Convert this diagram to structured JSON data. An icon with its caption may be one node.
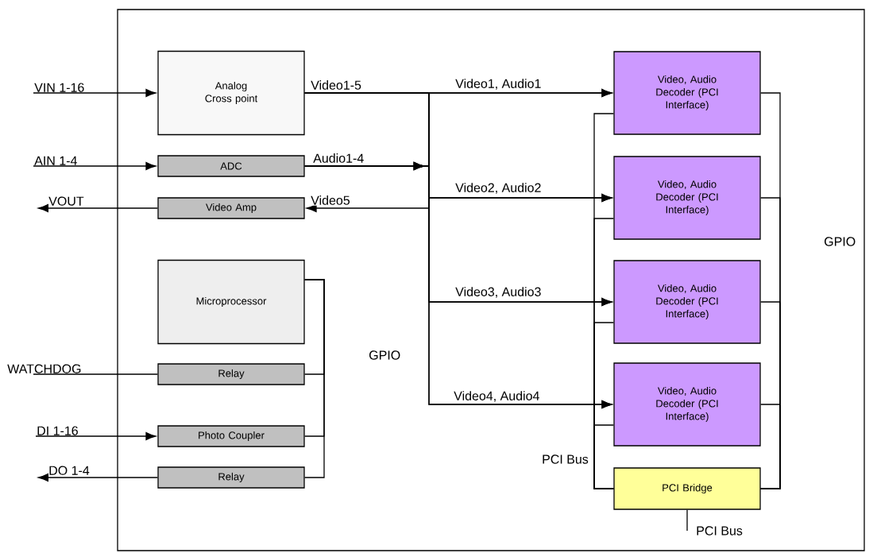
{
  "diagram": {
    "nodes": [
      {
        "text": [],
        "shape": "box"
      },
      {
        "text": [
          "Analog Cross point"
        ],
        "in": 0
      },
      {
        "text": [
          "ADC"
        ],
        "in": 0
      },
      {
        "text": [
          "Video Amp"
        ],
        "in": 0
      },
      {
        "text": [
          "Microprocessor"
        ],
        "in": 0
      },
      {
        "text": [
          "Relay"
        ],
        "in": 0
      },
      {
        "text": [
          "Photo Coupler"
        ],
        "in": 0
      },
      {
        "text": [
          "Relay"
        ],
        "in": 0
      },
      {
        "text": [
          "Video, Audio Decoder (PCI Interface)"
        ],
        "in": 0
      },
      {
        "text": [
          "Video, Audio Decoder (PCI Interface)"
        ],
        "in": 0
      },
      {
        "text": [
          "Video, Audio Decoder (PCI Interface)"
        ],
        "in": 0
      },
      {
        "text": [
          "Video, Audio Decoder (PCI Interface)"
        ],
        "in": 0
      },
      {
        "text": [
          "PCI Bridge"
        ],
        "in": 0
      },
      {
        "text": [
          "VIN 1-16"
        ]
      },
      {
        "text": [
          "AIN 1-4"
        ]
      },
      {
        "text": [
          "VOUT"
        ]
      },
      {
        "text": [
          "WATCHDOG"
        ]
      },
      {
        "text": [
          "DI 1-16"
        ]
      },
      {
        "text": [
          "DO 1-4"
        ]
      },
      {
        "text": [
          "PCI Bus"
        ],
        "in": 0
      }
    ],
    "edges": [
      {
        "from": 13,
        "to": 1,
        "arrow": "to"
      },
      {
        "from": 14,
        "to": 2,
        "arrow": "to"
      },
      {
        "from": 3,
        "to": 15,
        "arrow": "to"
      },
      {
        "from": 16,
        "to": 5,
        "arrow": "none"
      },
      {
        "from": 17,
        "to": 6,
        "arrow": "to"
      },
      {
        "from": 7,
        "to": 18,
        "arrow": "to"
      },
      {
        "from": 1,
        "to": 8,
        "arrow": "to",
        "label": "Video1, Audio1"
      },
      {
        "from": 1,
        "to": 9,
        "arrow": "to",
        "label": "Video2, Audio2"
      },
      {
        "from": 1,
        "to": 10,
        "arrow": "to",
        "label": "Video3, Audio3"
      },
      {
        "from": 1,
        "to": 11,
        "arrow": "to",
        "label": "Video4, Audio4"
      },
      {
        "from": 2,
        "to": 8,
        "arrow": "to"
      },
      {
        "from": 2,
        "to": 9,
        "arrow": "to"
      },
      {
        "from": 2,
        "to": 10,
        "arrow": "to"
      },
      {
        "from": 2,
        "to": 11,
        "arrow": "to"
      },
      {
        "from": 1,
        "to": 3,
        "arrow": "to",
        "label": "Video5"
      },
      {
        "from": 4,
        "to": 5,
        "arrow": "none"
      },
      {
        "from": 4,
        "to": 6,
        "arrow": "none"
      },
      {
        "from": 4,
        "to": 7,
        "arrow": "none"
      },
      {
        "from": 8,
        "to": 12,
        "arrow": "none"
      },
      {
        "from": 9,
        "to": 12,
        "arrow": "none"
      },
      {
        "from": 10,
        "to": 12,
        "arrow": "none"
      },
      {
        "from": 11,
        "to": 12,
        "arrow": "none"
      },
      {
        "from": 8,
        "to": 12,
        "arrow": "none"
      },
      {
        "from": 9,
        "to": 12,
        "arrow": "none"
      },
      {
        "from": 10,
        "to": 12,
        "arrow": "none"
      },
      {
        "from": 11,
        "to": 12,
        "arrow": "none"
      },
      {
        "from": 12,
        "to": 19,
        "arrow": "none"
      }
    ],
    "labels": [
      "Video1-5",
      "Audio1-4",
      "GPIO",
      "GPIO",
      "PCI Bus"
    ]
  }
}
